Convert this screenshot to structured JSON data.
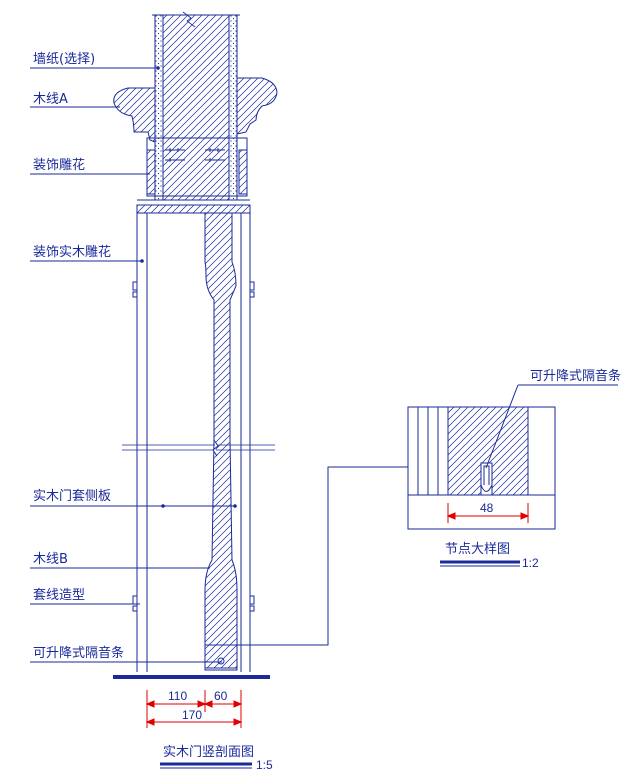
{
  "colors": {
    "line": "#1a2a9a",
    "dimension": "#e00000",
    "white": "#ffffff"
  },
  "labels": {
    "wallpaper": "墙纸(选择)",
    "molding_a": "木线A",
    "carving": "装饰雕花",
    "wood_carving": "装饰实木雕花",
    "side_panel": "实木门套侧板",
    "molding_b": "木线B",
    "casing": "套线造型",
    "seal_strip": "可升降式隔音条"
  },
  "dimensions": {
    "d1": "110",
    "d2": "60",
    "total": "170",
    "detail_width": "48"
  },
  "titles": {
    "section": "实木门竖剖面图",
    "section_scale": "1:5",
    "detail": "节点大样图",
    "detail_scale": "1:2",
    "detail_callout": "可升降式隔音条"
  }
}
